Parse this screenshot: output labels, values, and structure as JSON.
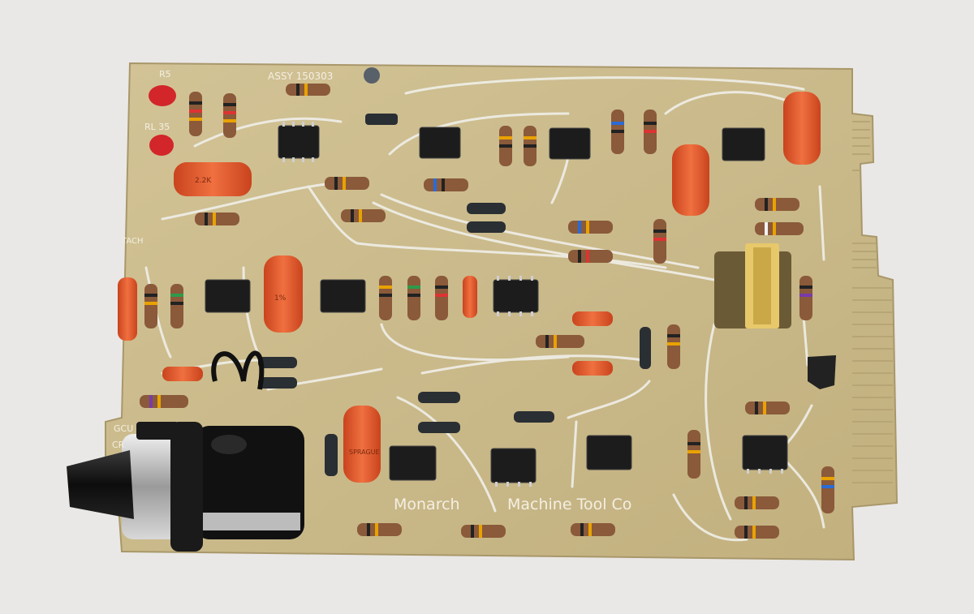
{
  "board": {
    "maker_text": "Monarch",
    "maker_text_2": "Machine Tool Co",
    "assy_label": "ASSY 150303",
    "label_tach": "TACH",
    "label_gcu": "GCU",
    "label_cr": "CR",
    "label_rl": "RL 35",
    "label_r5": "R5"
  },
  "colors": {
    "background": "#e9e8e6",
    "board": "#c9b98a",
    "trace": "#eeeeea",
    "ic": "#1c1c1c",
    "cap_orange": "#e0552a",
    "resistor_body": "#8a5a3a",
    "knob": "#111111"
  },
  "cap_labels": {
    "c1": "2.2K",
    "c2": "1%",
    "c3": "SPRAGUE"
  }
}
